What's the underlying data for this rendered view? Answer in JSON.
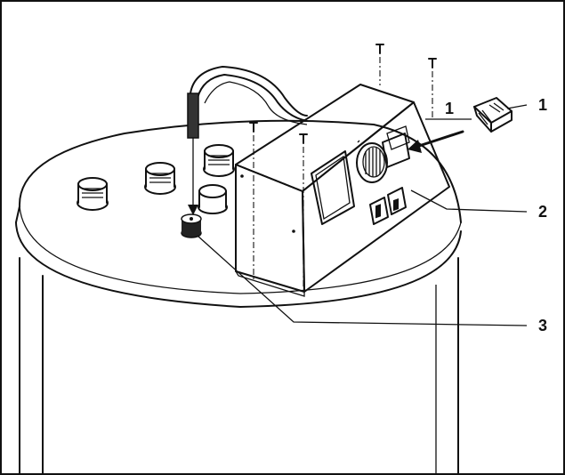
{
  "callouts": [
    {
      "id": "wiring-plug",
      "label": "1"
    },
    {
      "id": "control-panel",
      "label": "2"
    },
    {
      "id": "sensor-socket",
      "label": "3"
    }
  ],
  "colors": {
    "line": "#111111",
    "background": "#ffffff",
    "tank_side_shade": "#dcdcdc",
    "box_front_shade": "#e8e8e8"
  }
}
